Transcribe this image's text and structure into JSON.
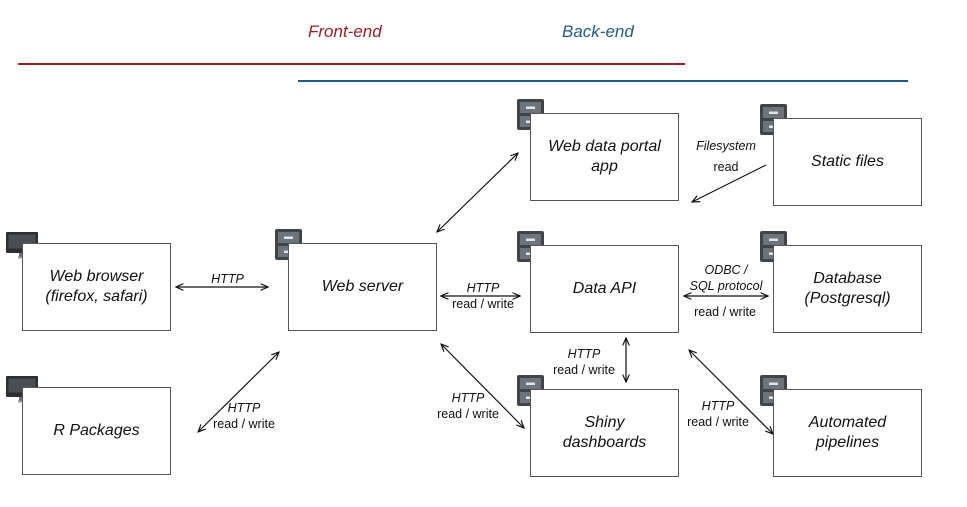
{
  "headers": {
    "front_end": "Front-end",
    "back_end": "Back-end"
  },
  "colors": {
    "front_end": "#a31c22",
    "back_end": "#1f5a8a",
    "server_icon": "#3f444a",
    "monitor_icon": "#2c2f33"
  },
  "nodes": {
    "web_browser": {
      "label": "Web browser\n(firefox, safari)",
      "icon": "monitor-icon"
    },
    "r_packages": {
      "label": "R Packages",
      "icon": "monitor-icon"
    },
    "web_server": {
      "label": "Web server",
      "icon": "server-cabinet-icon"
    },
    "web_portal": {
      "label": "Web data portal\napp",
      "icon": "server-cabinet-icon"
    },
    "data_api": {
      "label": "Data API",
      "icon": "server-cabinet-icon"
    },
    "shiny": {
      "label": "Shiny\ndashboards",
      "icon": "server-cabinet-icon"
    },
    "static_files": {
      "label": "Static files",
      "icon": "server-cabinet-icon"
    },
    "database": {
      "label": "Database\n(Postgresql)",
      "icon": "server-cabinet-icon"
    },
    "pipelines": {
      "label": "Automated\npipelines",
      "icon": "server-cabinet-icon"
    }
  },
  "edge_labels": {
    "browser_server": {
      "protocol": "HTTP",
      "mode": ""
    },
    "rpkg_server": {
      "protocol": "HTTP",
      "mode": "read / write"
    },
    "server_api": {
      "protocol": "HTTP",
      "mode": "read / write"
    },
    "server_shiny": {
      "protocol": "HTTP",
      "mode": "read / write"
    },
    "api_shiny": {
      "protocol": "HTTP",
      "mode": "read / write"
    },
    "static_portal": {
      "protocol": "Filesystem",
      "mode": "read"
    },
    "db_api_protocol": {
      "protocol": "ODBC /",
      "protocol2": "SQL protocol",
      "mode": "read / write"
    },
    "pipelines_api": {
      "protocol": "HTTP",
      "mode": "read / write"
    }
  }
}
